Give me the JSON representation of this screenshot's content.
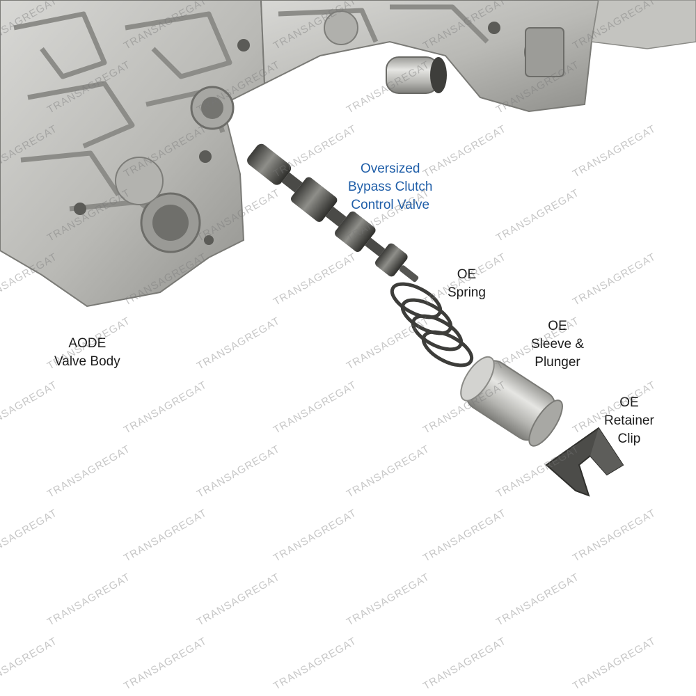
{
  "labels": {
    "valve_body": [
      "AODE",
      "Valve Body"
    ],
    "control_valve": [
      "Oversized",
      "Bypass Clutch",
      "Control Valve"
    ],
    "spring": [
      "OE",
      "Spring"
    ],
    "sleeve_plunger": [
      "OE",
      "Sleeve &",
      "Plunger"
    ],
    "retainer_clip": [
      "OE",
      "Retainer",
      "Clip"
    ]
  },
  "watermark": "TRANSAGREGAT",
  "colors": {
    "accent_label": "#1f5ea8",
    "label": "#1a1a1a",
    "metal_light": "#c9c9c6",
    "metal_dark": "#8e8e8a",
    "clip": "#4a4a4a"
  }
}
